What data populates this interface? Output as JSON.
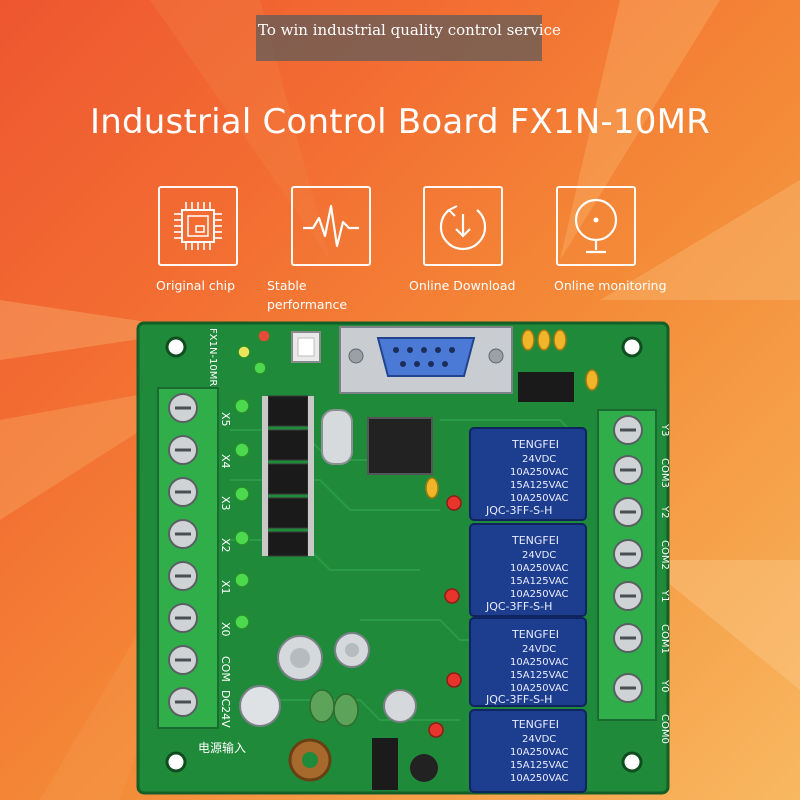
{
  "banner": {
    "text": "To win industrial quality control service"
  },
  "title": "Industrial Control Board FX1N-10MR",
  "features": [
    {
      "label": "Original chip",
      "icon": "chip-icon"
    },
    {
      "label": "Stable performance",
      "icon": "waveform-icon"
    },
    {
      "label": "Online Download",
      "icon": "download-icon"
    },
    {
      "label": "Online monitoring",
      "icon": "monitor-icon"
    }
  ],
  "board": {
    "model_print": "FX1N-10MR",
    "relay_brand": "TENGFEI",
    "relay_lines": [
      "24VDC",
      "10A250VAC",
      "15A125VAC",
      "10A250VAC",
      "JQC-3FF-S-H"
    ],
    "input_labels": [
      "X5",
      "X4",
      "X3",
      "X2",
      "X1",
      "X0",
      "COM",
      "DC24V"
    ],
    "output_labels": [
      "Y3",
      "COM3",
      "Y2",
      "COM2",
      "Y1",
      "COM1",
      "Y0",
      "COM0"
    ],
    "power_label": "电源输入"
  },
  "colors": {
    "background_start": "#ee5630",
    "background_end": "#f8b860",
    "pcb_green": "#1f8a3a",
    "relay_blue": "#1d3d8f",
    "terminal_green": "#2fae4a"
  }
}
